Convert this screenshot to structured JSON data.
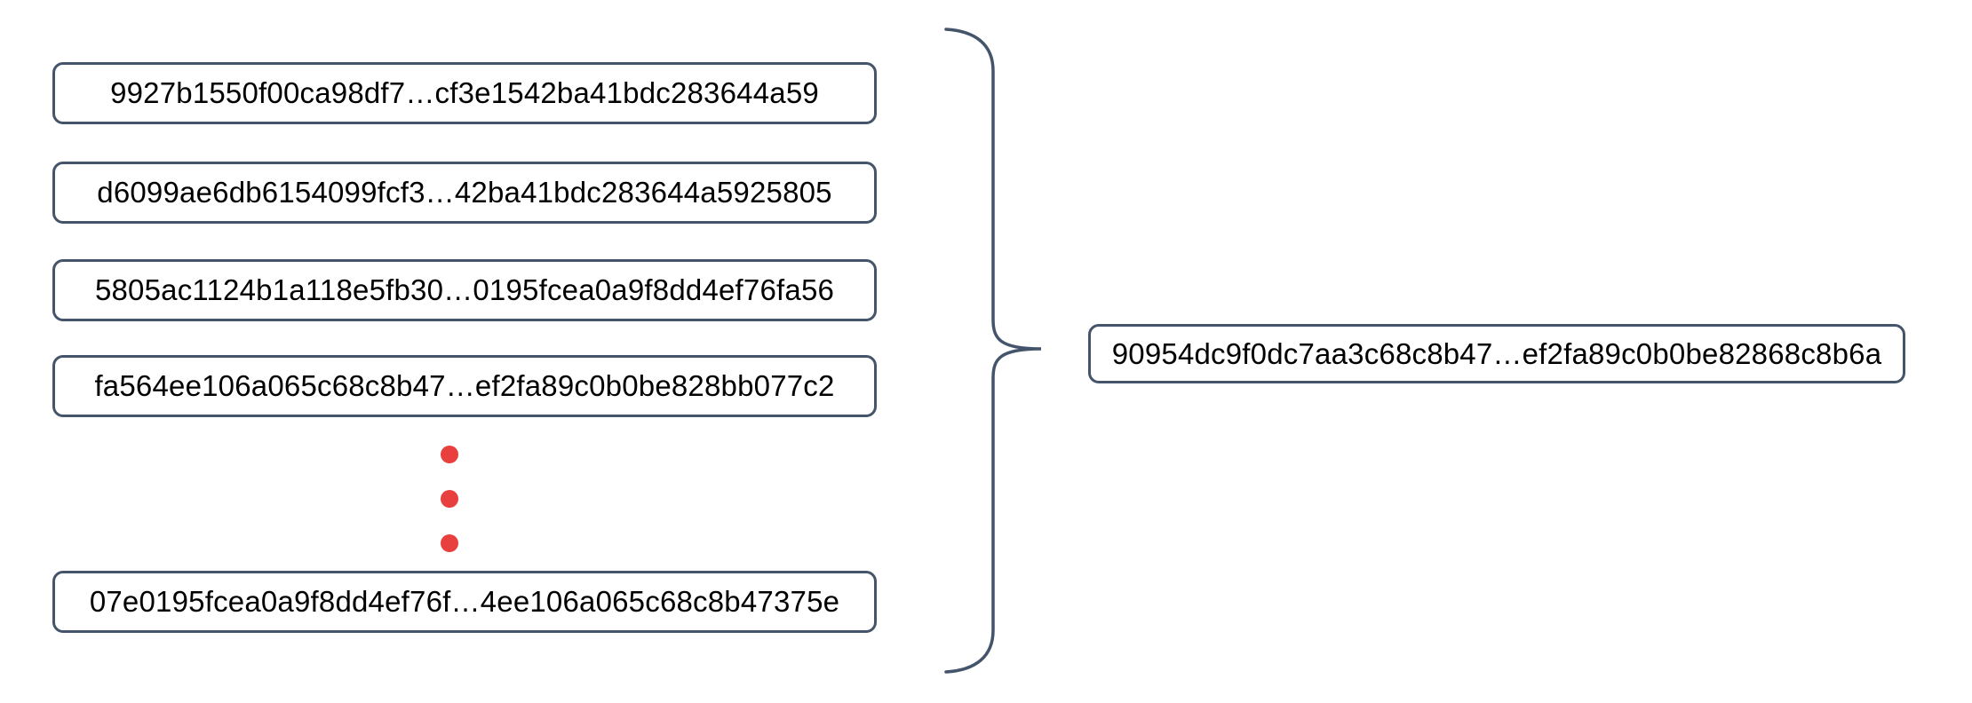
{
  "diagram": {
    "description": "Hash list combined into a single hash via a curly brace",
    "left_hashes": [
      "9927b1550f00ca98df7…cf3e1542ba41bdc283644a59",
      "d6099ae6db6154099fcf3…42ba41bdc283644a5925805",
      "5805ac1124b1a118e5fb30…0195fcea0a9f8dd4ef76fa56",
      "fa564ee106a065c68c8b47…ef2fa89c0b0be828bb077c2",
      "07e0195fcea0a9f8dd4ef76f…4ee106a065c68c8b47375e"
    ],
    "result_hash": "90954dc9f0dc7aa3c68c8b47…ef2fa89c0b0be82868c8b6a",
    "ellipsis_dot_count": 3,
    "colors": {
      "box_border": "#44546A",
      "brace_stroke": "#44546A",
      "dot_fill": "#E8403E",
      "text": "#000000",
      "background": "#FFFFFF"
    }
  }
}
